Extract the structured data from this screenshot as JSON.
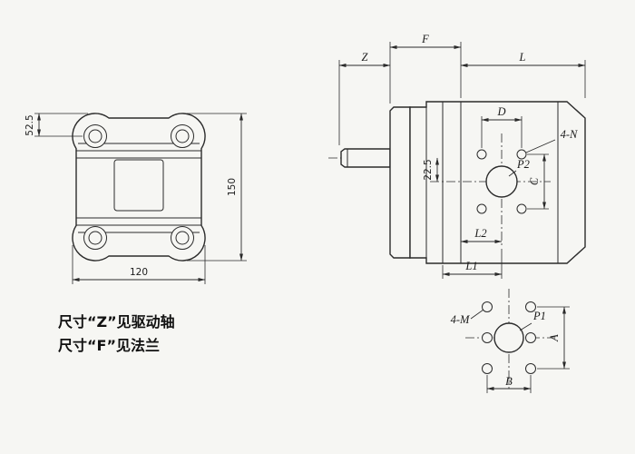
{
  "front_view": {
    "dim_hole_offset": "52.5",
    "dim_height": "150",
    "dim_width": "120"
  },
  "side_view": {
    "dim_shaft_ext": "Z",
    "dim_flange": "F",
    "dim_body_length": "L",
    "dim_hole_pitch_h": "D",
    "dim_hole_pitch_v": "C",
    "dim_center_offset": "22.5",
    "dim_port_pos_1": "L1",
    "dim_port_pos_2": "L2",
    "label_mount_holes": "4-N",
    "label_port": "P2"
  },
  "port_view": {
    "dim_pitch_v": "A",
    "dim_pitch_h": "B",
    "label_mount_holes": "4-M",
    "label_port": "P1"
  },
  "notes": {
    "line1": "尺寸“Z”见驱动轴",
    "line2": "尺寸“F”见法兰"
  },
  "colors": {
    "line": "#2b2b2b",
    "background": "#f6f6f3"
  }
}
